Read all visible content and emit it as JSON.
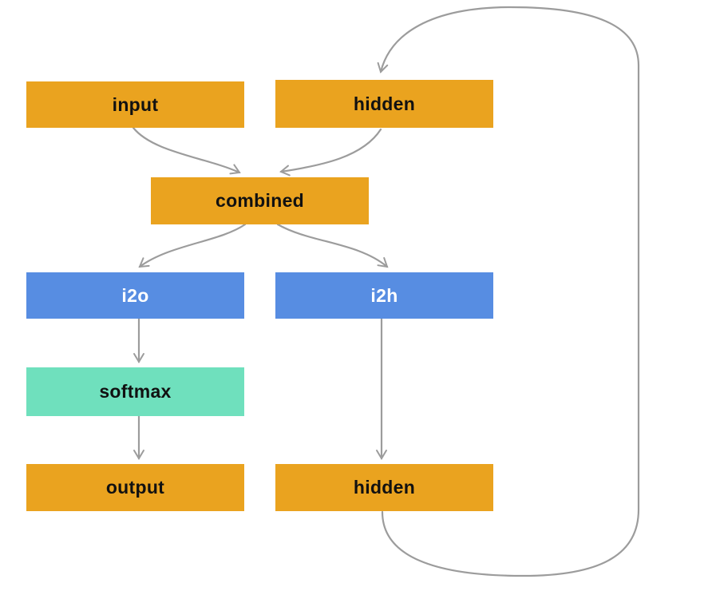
{
  "diagram": {
    "nodes": {
      "input": {
        "label": "input"
      },
      "hidden_top": {
        "label": "hidden"
      },
      "combined": {
        "label": "combined"
      },
      "i2o": {
        "label": "i2o"
      },
      "i2h": {
        "label": "i2h"
      },
      "softmax": {
        "label": "softmax"
      },
      "output": {
        "label": "output"
      },
      "hidden_bottom": {
        "label": "hidden"
      }
    },
    "edges": [
      {
        "from": "input",
        "to": "combined"
      },
      {
        "from": "hidden_top",
        "to": "combined"
      },
      {
        "from": "combined",
        "to": "i2o"
      },
      {
        "from": "combined",
        "to": "i2h"
      },
      {
        "from": "i2o",
        "to": "softmax"
      },
      {
        "from": "softmax",
        "to": "output"
      },
      {
        "from": "i2h",
        "to": "hidden_bottom"
      },
      {
        "from": "hidden_bottom",
        "to": "hidden_top"
      }
    ],
    "colors": {
      "orange": "#EAA31F",
      "blue": "#578DE2",
      "teal": "#6FE0BD",
      "arrow": "#9C9C9C",
      "text_dark": "#111111",
      "text_light": "#FFFFFF",
      "background": "#FFFFFF"
    }
  }
}
